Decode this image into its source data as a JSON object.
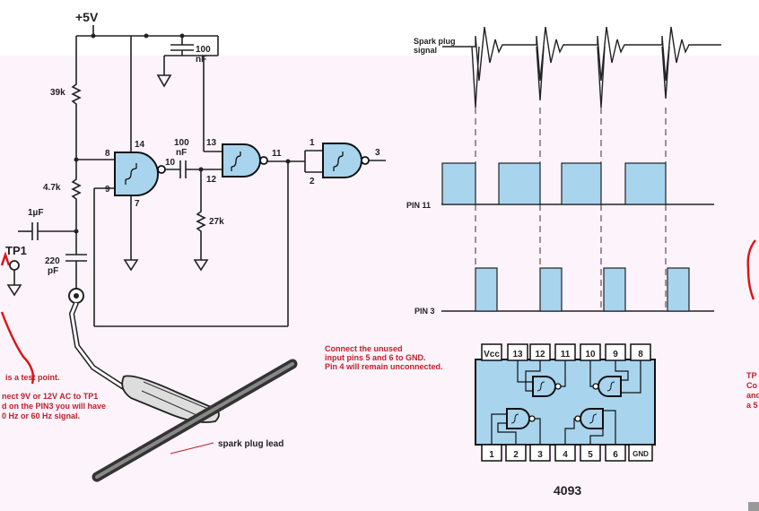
{
  "circuit": {
    "supply": "+5V",
    "components": {
      "r1": "39k",
      "r2": "4.7k",
      "r3": "27k",
      "c_input": "1µF",
      "c_220_value": "220",
      "c_220_unit": "pF",
      "c_mid_value": "100",
      "c_mid_unit": "nF",
      "c_top_value": "100",
      "c_top_unit": "nF",
      "test_point": "TP1"
    },
    "pins": {
      "p8": "8",
      "p9": "9",
      "p14": "14",
      "p7": "7",
      "p10": "10",
      "p13": "13",
      "p12": "12",
      "p11": "11",
      "p1": "1",
      "p2": "2",
      "p3": "3"
    },
    "spark_lead_label": "spark plug lead"
  },
  "notes": {
    "left_lines": [
      "is a test point.",
      "nect 9V or 12V AC to TP1",
      "d on the PIN3 you will have",
      "0 Hz or 60 Hz signal."
    ],
    "right_lines": [
      "TP",
      "Co",
      "and",
      "a 5"
    ],
    "unused_lines": [
      "Connect the unused",
      "input pins 5 and 6 to GND.",
      "Pin 4 will remain unconnected."
    ]
  },
  "timing": {
    "spark_label_1": "Spark plug",
    "spark_label_2": "signal",
    "pin11_label": "PIN 11",
    "pin3_label": "PIN 3"
  },
  "ic": {
    "name": "4093",
    "top_pins": [
      "Vcc",
      "13",
      "12",
      "11",
      "10",
      "9",
      "8"
    ],
    "bottom_pins": [
      "1",
      "2",
      "3",
      "4",
      "5",
      "6",
      "GND"
    ]
  },
  "colors": {
    "accent_fill": "#a8d4ee",
    "note_red": "#c0202a",
    "background_pink": "#fcf3fb"
  }
}
